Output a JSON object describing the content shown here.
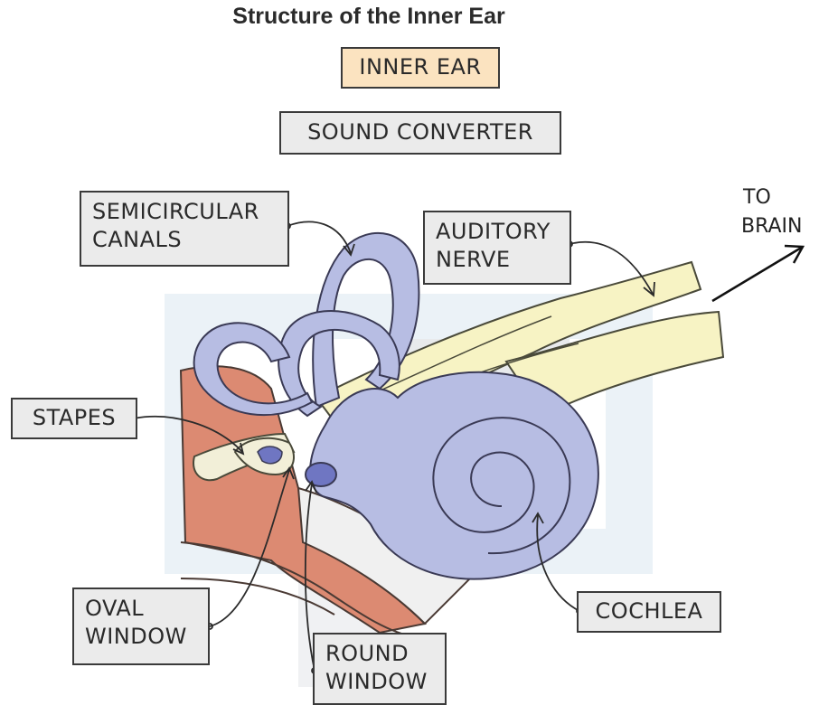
{
  "title": "Structure of the Inner Ear",
  "header_tags": {
    "main": "INNER EAR",
    "sub": "SOUND CONVERTER"
  },
  "labels": {
    "semicircular_canals": [
      "SEMICIRCULAR",
      "CANALS"
    ],
    "auditory_nerve": [
      "AUDITORY",
      "NERVE"
    ],
    "stapes": "STAPES",
    "oval_window": [
      "OVAL",
      "WINDOW"
    ],
    "round_window": [
      "ROUND",
      "WINDOW"
    ],
    "cochlea": "COCHLEA",
    "to_brain": [
      "TO",
      "BRAIN"
    ]
  },
  "colors": {
    "canals": "#b7bde3",
    "nerve": "#f7f3c4",
    "flesh": "#dc8a72",
    "bone": "#f2efd8",
    "accent_tag": "#fbe3c0",
    "plain_tag": "#ebebeb"
  }
}
